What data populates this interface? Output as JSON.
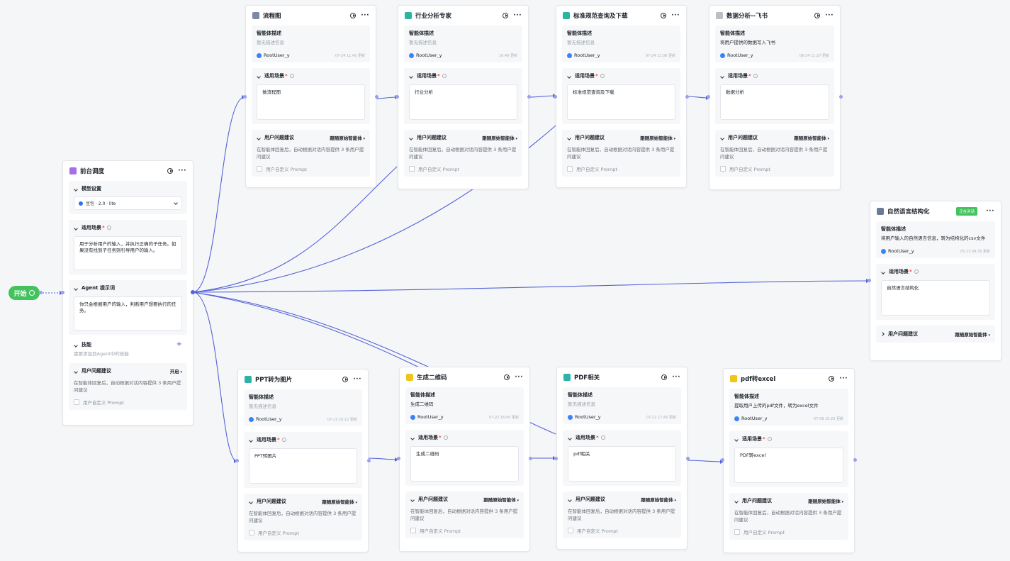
{
  "start": {
    "label": "开始"
  },
  "colors": {
    "edge": "#5563d8",
    "start": "#43c25e",
    "running_badge": "#43c25e"
  },
  "coordinator": {
    "title": "前台调度",
    "model_section": {
      "label": "模型设置",
      "model": "豆包 · 2.0 · lite"
    },
    "scene_section": {
      "label": "适用场景",
      "required": "*",
      "text": "用于分析用户的输入，并执行正确的子任务。如果没有找到子任务则引导用户的输入。"
    },
    "prompt_section": {
      "label": "Agent 提示词",
      "text": "你只会根据用户的输入，判断用户想要执行的任务。"
    },
    "skill_section": {
      "label": "技能",
      "text": "需要添加到Agent中的技能",
      "add": "+"
    },
    "suggest_section": {
      "label": "用户问题建议",
      "value": "开启",
      "note": "在智能体回复后，自动根据对话内容提供 3 条用户提问建议",
      "checkbox": "用户自定义 Prompt"
    }
  },
  "common": {
    "desc_label": "智能体描述",
    "scene_label": "适用场景",
    "required": "*",
    "suggest_label": "用户问题建议",
    "suggest_value": "跟随原始智能体",
    "suggest_note": "在智能体回复后，自动根据对话内容提供 3 条用户提问建议",
    "custom_prompt": "用户自定义 Prompt"
  },
  "agents": [
    {
      "title": "流程图",
      "desc": "暂无描述信息",
      "desc_muted": true,
      "user": "RootUser_y",
      "time": "07-24 11:40 更新",
      "scene": "做流程图",
      "icon_color": "#7c8aa5"
    },
    {
      "title": "行业分析专家",
      "desc": "暂无描述信息",
      "desc_muted": true,
      "user": "RootUser_y",
      "time": "16:40 更新",
      "scene": "行业分析",
      "icon_color": "#2bb3a3"
    },
    {
      "title": "标准规范查询及下载",
      "desc": "暂无描述信息",
      "desc_muted": true,
      "user": "RootUser_y",
      "time": "07-24 11:06 更新",
      "scene": "标准规范查询及下载",
      "icon_color": "#2bb3a3"
    },
    {
      "title": "数据分析--飞书",
      "desc": "将用户提供的数据写入飞书",
      "desc_muted": false,
      "user": "RootUser_y",
      "time": "06-24 11:27 更新",
      "scene": "数据分析",
      "icon_color": "#b9bec7"
    },
    {
      "title": "PPT转为图片",
      "desc": "暂无描述信息",
      "desc_muted": true,
      "user": "RootUser_y",
      "time": "07-22 16:12 更新",
      "scene": "PPT转图片",
      "icon_color": "#2bb3a3"
    },
    {
      "title": "生成二维码",
      "desc": "生成二维码",
      "desc_muted": false,
      "user": "RootUser_y",
      "time": "07-22 16:40 更新",
      "scene": "生成二维码",
      "icon_color": "#f0c419"
    },
    {
      "title": "PDF相关",
      "desc": "暂无描述信息",
      "desc_muted": true,
      "user": "RootUser_y",
      "time": "07-22 17:40 更新",
      "scene": "pdf相关",
      "icon_color": "#2bb3a3"
    },
    {
      "title": "pdf转excel",
      "desc": "提取用户上传的pdf文件，转为excel文件",
      "desc_muted": false,
      "user": "RootUser_y",
      "time": "07-08 15:23 更新",
      "scene": "PDF转excel",
      "icon_color": "#f0c419"
    }
  ],
  "nlp_agent": {
    "title": "自然语言结构化",
    "badge": "正在对话",
    "desc": "将用户输入的自然语言信息，转为结构化的csv文件",
    "user": "RootUser_y",
    "time": "05-13 09:35 更新",
    "scene": "自然语言结构化",
    "icon_color": "#6b7a99"
  }
}
